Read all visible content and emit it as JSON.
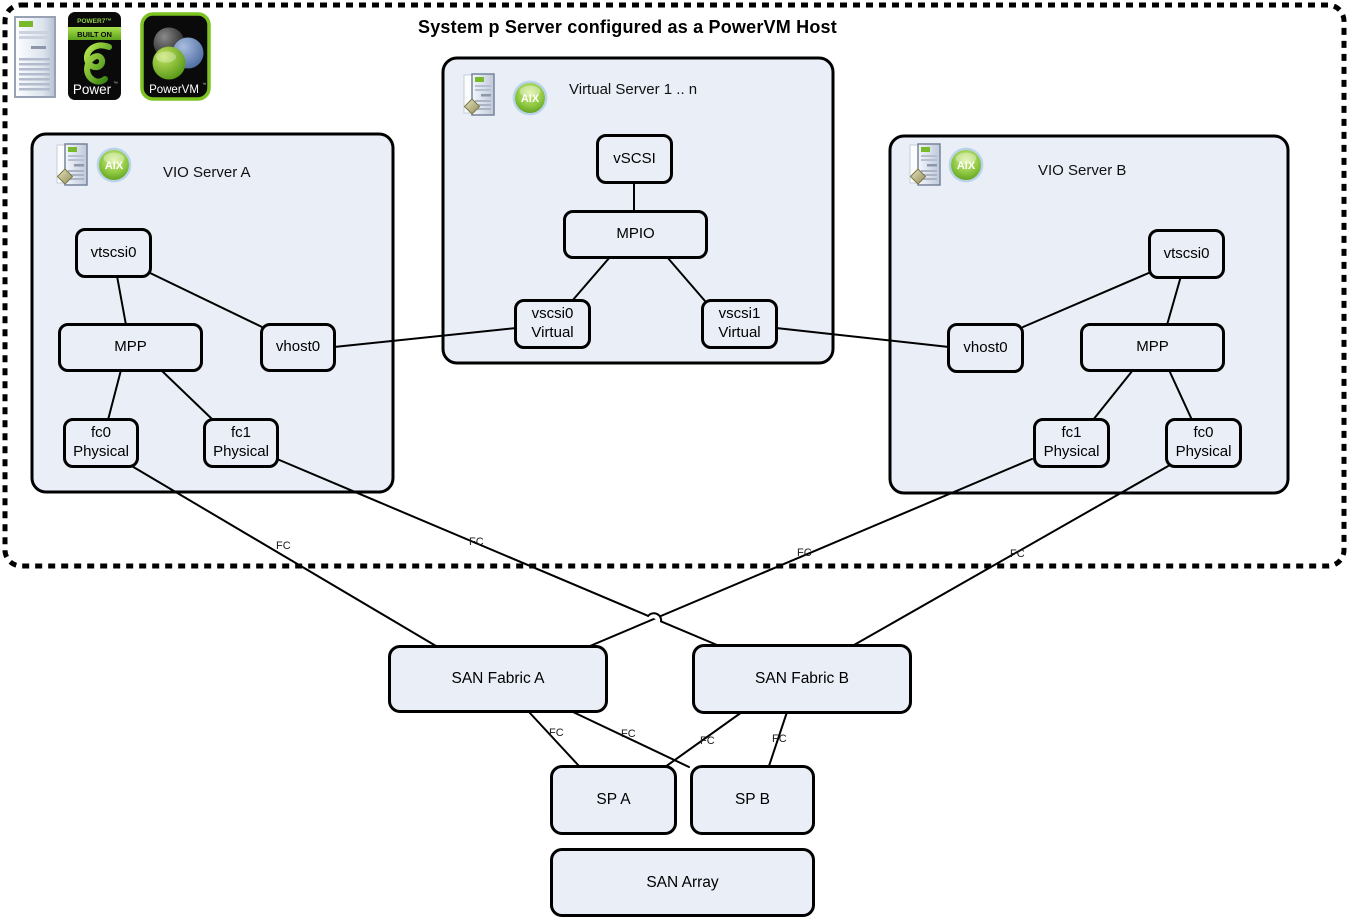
{
  "title": "System p Server configured as a PowerVM Host",
  "badges": {
    "power7_top": "POWER7™",
    "power7_built_on": "BUILT ON",
    "power_name": "Power",
    "tm": "™",
    "powervm_name": "PowerVM",
    "aix": "AIX"
  },
  "virtual_server": {
    "label": "Virtual Server 1 .. n",
    "nodes": {
      "vscsi": "vSCSI",
      "mpio": "MPIO",
      "vscsi0": "vscsi0\nVirtual",
      "vscsi1": "vscsi1\nVirtual"
    }
  },
  "vio_a": {
    "label": "VIO Server A",
    "nodes": {
      "vtscsi0": "vtscsi0",
      "mpp": "MPP",
      "vhost0": "vhost0",
      "fc0": "fc0\nPhysical",
      "fc1": "fc1\nPhysical"
    }
  },
  "vio_b": {
    "label": "VIO Server B",
    "nodes": {
      "vtscsi0": "vtscsi0",
      "mpp": "MPP",
      "vhost0": "vhost0",
      "fc1": "fc1\nPhysical",
      "fc0": "fc0\nPhysical"
    }
  },
  "san": {
    "fabric_a": "SAN Fabric A",
    "fabric_b": "SAN Fabric B",
    "sp_a": "SP A",
    "sp_b": "SP B",
    "array": "SAN Array"
  },
  "fc_labels": [
    "FC",
    "FC",
    "FC",
    "FC",
    "FC",
    "FC",
    "FC",
    "FC"
  ],
  "colors": {
    "box_fill": "#e9eef7",
    "box_border": "#000000",
    "aix_green": "#76b82a",
    "powervm_green": "#7cc220",
    "link_color": "#000000"
  }
}
